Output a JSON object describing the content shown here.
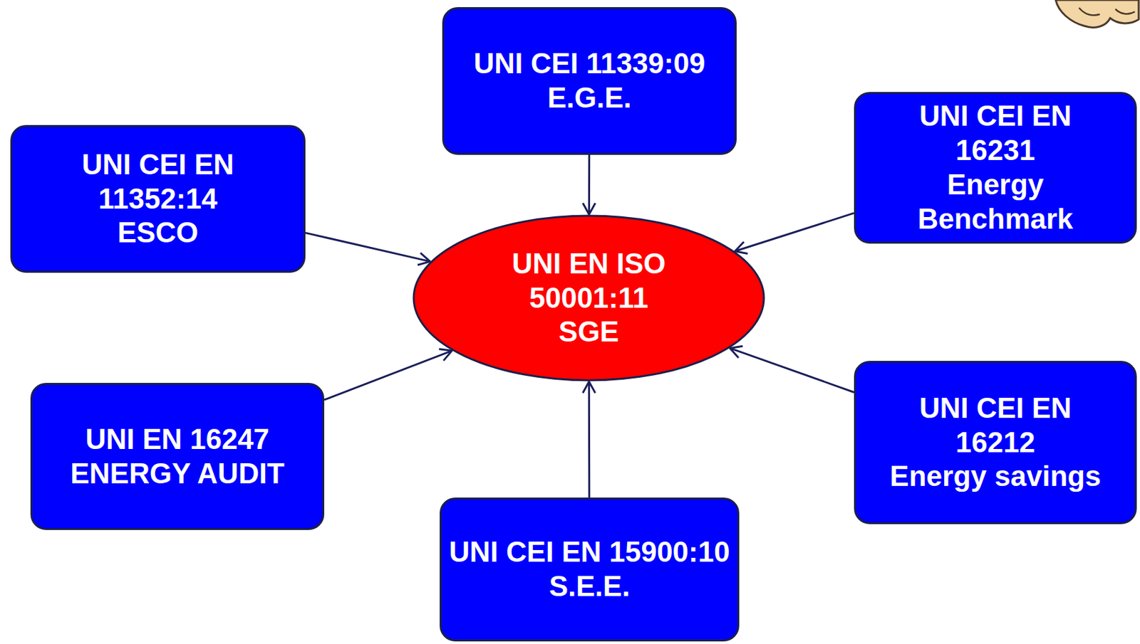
{
  "diagram": {
    "nodes": [
      {
        "text": [
          "UNI CEI 11339:09",
          "E.G.E."
        ]
      },
      {
        "text": [
          "UNI CEI EN 16231",
          "Energy Benchmark"
        ]
      },
      {
        "text": [
          "UNI CEI EN 11352:14",
          "ESCO"
        ]
      },
      {
        "text": [
          "UNI EN ISO 50001:11",
          "SGE"
        ]
      },
      {
        "text": [
          "UNI EN 16247",
          "ENERGY AUDIT"
        ]
      },
      {
        "text": [
          "UNI CEI EN 16212",
          "Energy savings"
        ]
      },
      {
        "text": [
          "UNI CEI EN 15900:10",
          "S.E.E."
        ]
      }
    ],
    "edges": [
      {
        "from": 0,
        "to": 3,
        "arrow": "to"
      },
      {
        "from": 1,
        "to": 3,
        "arrow": "to"
      },
      {
        "from": 2,
        "to": 3,
        "arrow": "to"
      },
      {
        "from": 4,
        "to": 3,
        "arrow": "to"
      },
      {
        "from": 5,
        "to": 3,
        "arrow": "to"
      },
      {
        "from": 6,
        "to": 3,
        "arrow": "to"
      }
    ]
  }
}
